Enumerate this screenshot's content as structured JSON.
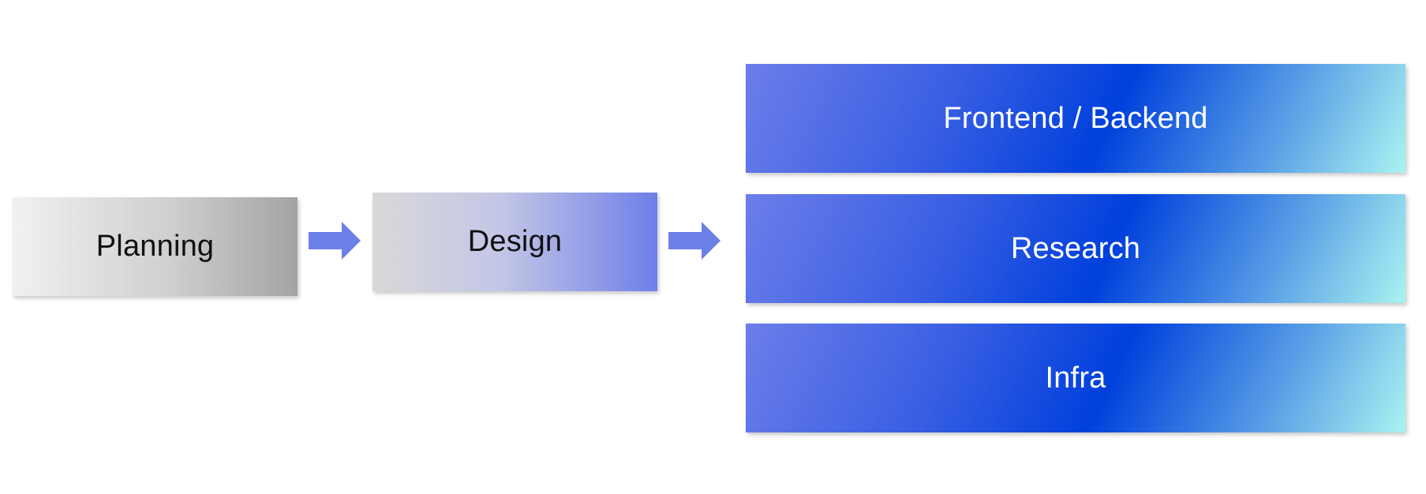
{
  "colors": {
    "arrow": "#6d7fe8",
    "team_text": "#ffffff",
    "phase_text": "#111111"
  },
  "phases": [
    {
      "label": "Planning"
    },
    {
      "label": "Design"
    }
  ],
  "teams": [
    {
      "label": "Frontend / Backend"
    },
    {
      "label": "Research"
    },
    {
      "label": "Infra"
    }
  ],
  "connectors": [
    {
      "icon": "right-arrow-icon"
    },
    {
      "icon": "right-arrow-icon"
    }
  ]
}
